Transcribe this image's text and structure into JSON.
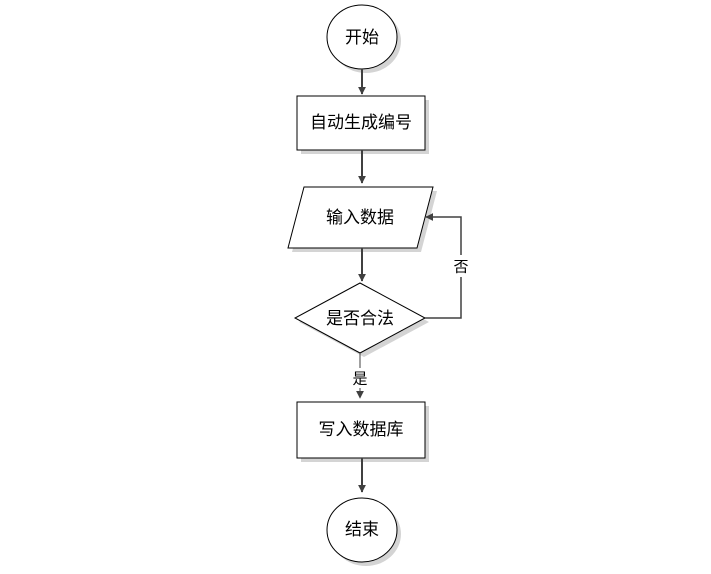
{
  "flowchart": {
    "nodes": {
      "start": {
        "label": "开始",
        "shape": "terminator"
      },
      "generate_id": {
        "label": "自动生成编号",
        "shape": "process"
      },
      "input_data": {
        "label": "输入数据",
        "shape": "input-output"
      },
      "validate": {
        "label": "是否合法",
        "shape": "decision"
      },
      "write_db": {
        "label": "写入数据库",
        "shape": "process"
      },
      "end": {
        "label": "结束",
        "shape": "terminator"
      }
    },
    "edges": {
      "yes_label": "是",
      "no_label": "否"
    },
    "colors": {
      "stroke": "#000000",
      "shadow": "#d4d4d4",
      "arrow": "#404040",
      "fill": "#ffffff"
    }
  }
}
